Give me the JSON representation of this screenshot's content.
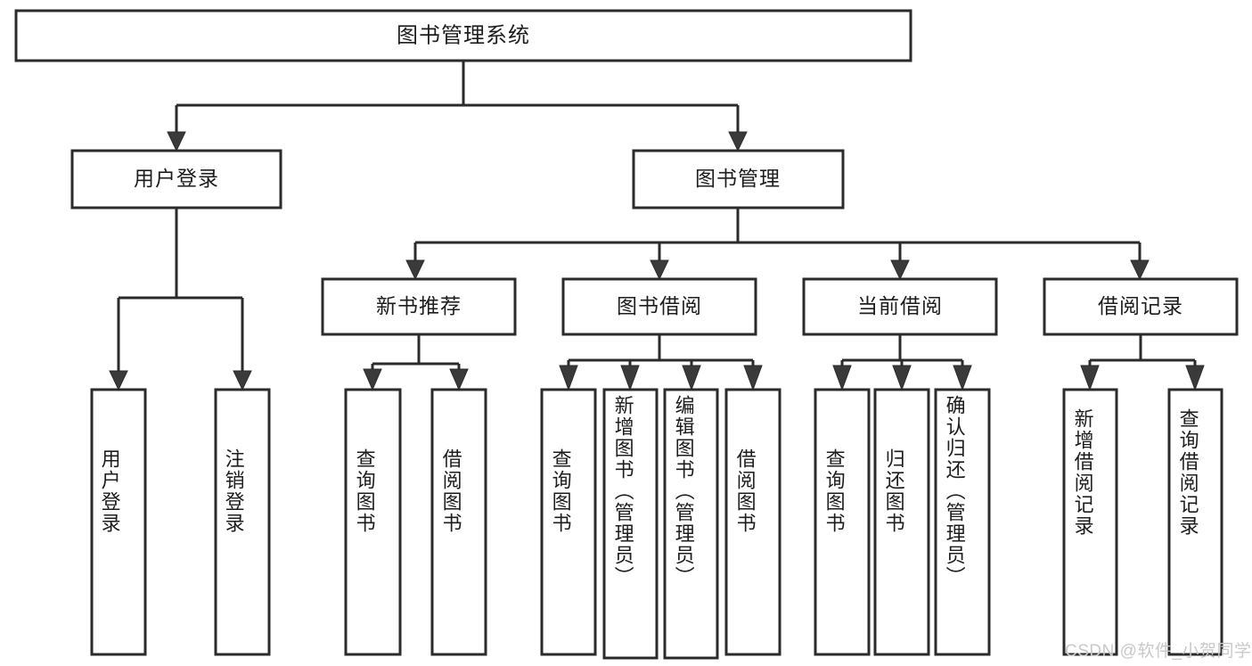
{
  "diagram": {
    "type": "tree-hierarchy",
    "title_node": {
      "label": "图书管理系统"
    },
    "level2": [
      {
        "label": "用户登录"
      },
      {
        "label": "图书管理"
      }
    ],
    "level3": [
      {
        "label": "新书推荐"
      },
      {
        "label": "图书借阅"
      },
      {
        "label": "当前借阅"
      },
      {
        "label": "借阅记录"
      }
    ],
    "leaves": {
      "user_login": [
        {
          "label": "用户登录"
        },
        {
          "label": "注销登录"
        }
      ],
      "new_book_recommend": [
        {
          "label": "查询图书"
        },
        {
          "label": "借阅图书"
        }
      ],
      "book_borrow": [
        {
          "label": "查询图书"
        },
        {
          "label": "新增图书（管理员）"
        },
        {
          "label": "编辑图书（管理员）"
        },
        {
          "label": "借阅图书"
        }
      ],
      "current_borrow": [
        {
          "label": "查询图书"
        },
        {
          "label": "归还图书"
        },
        {
          "label": "确认归还（管理员）"
        }
      ],
      "borrow_record": [
        {
          "label": "新增借阅记录"
        },
        {
          "label": "查询借阅记录"
        }
      ]
    }
  },
  "watermark": {
    "text": "CSDN @软件_小贺同学"
  },
  "colors": {
    "background": "#ffffff",
    "box_fill": "#ffffff",
    "box_stroke": "#2b2b2b",
    "text": "#1d1d1d",
    "watermark": "#c9c9c9"
  }
}
